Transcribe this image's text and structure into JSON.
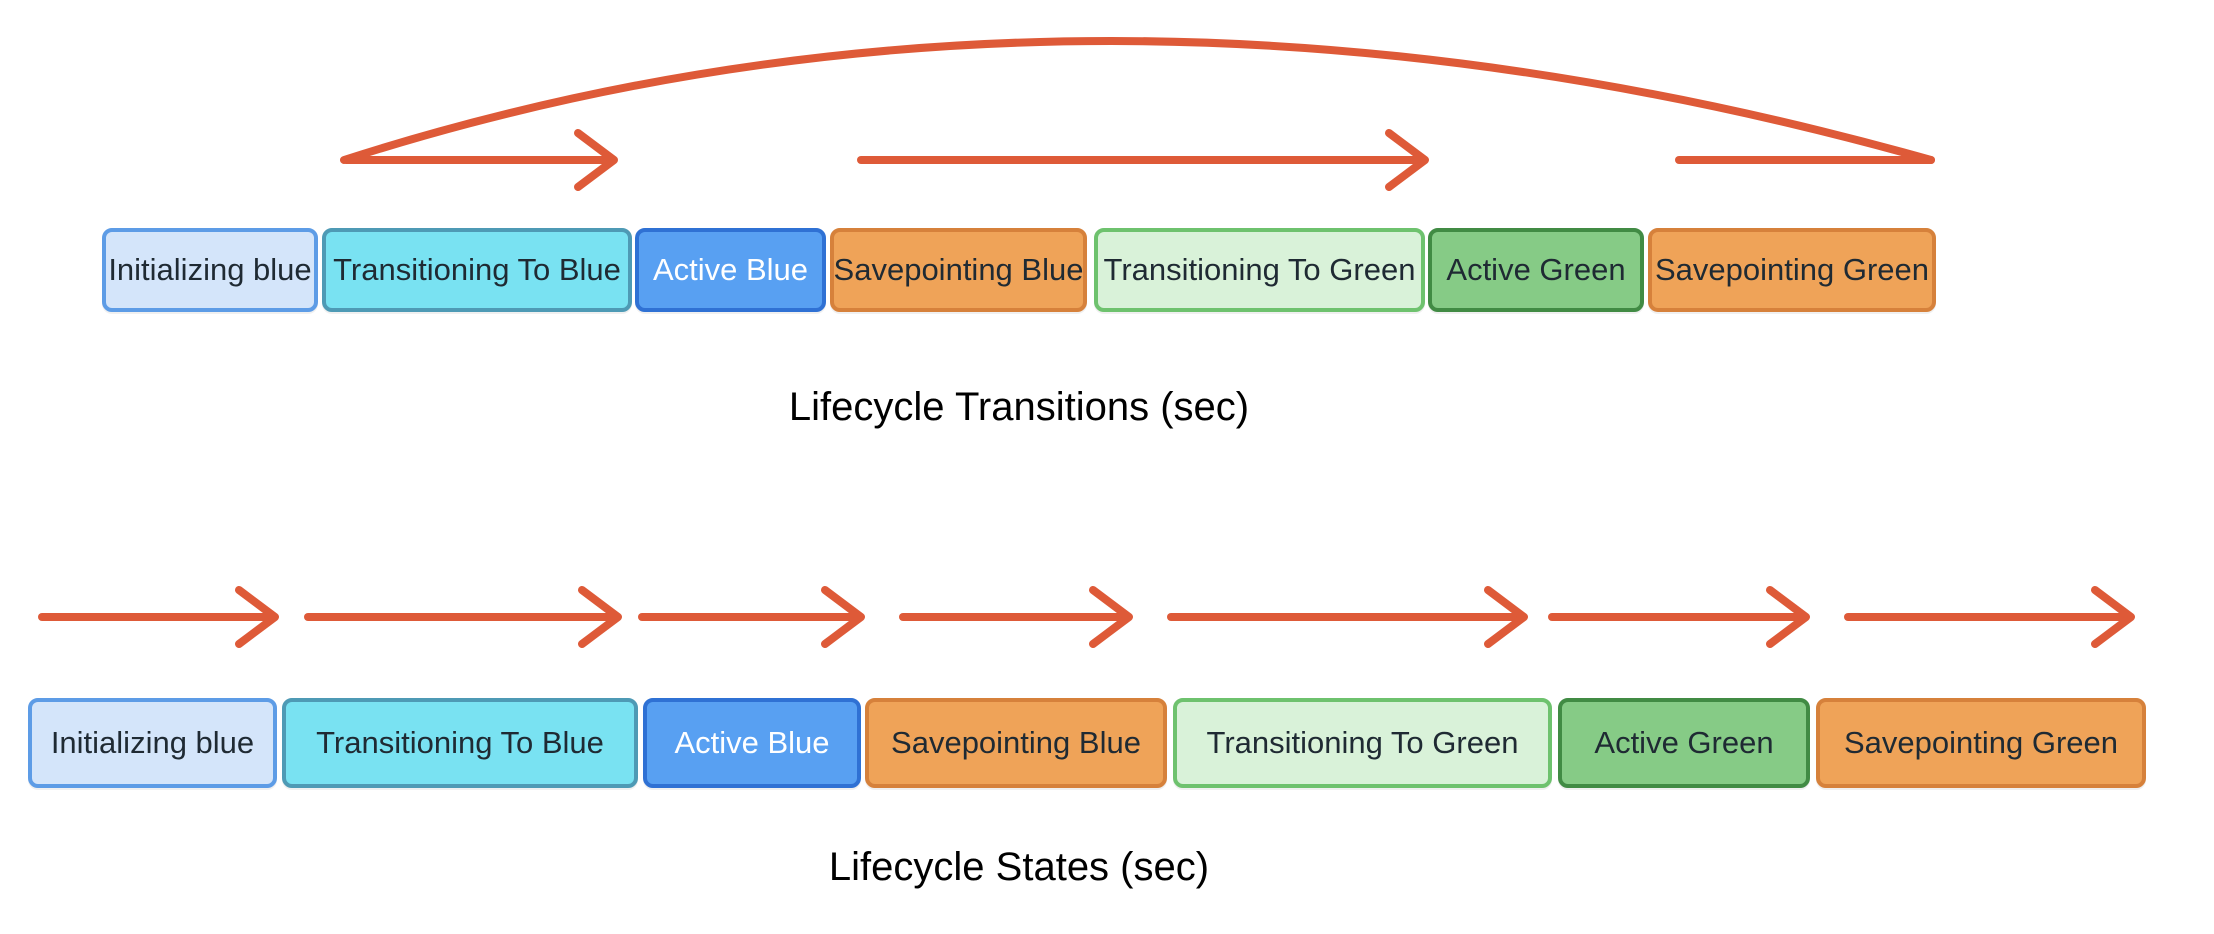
{
  "transitions": {
    "title": "Lifecycle Transitions (sec)",
    "segments": [
      {
        "label": "Initializing blue"
      },
      {
        "label": "Transitioning To Blue"
      },
      {
        "label": "Active Blue"
      },
      {
        "label": "Savepointing Blue"
      },
      {
        "label": "Transitioning To Green"
      },
      {
        "label": "Active Green"
      },
      {
        "label": "Savepointing Green"
      }
    ]
  },
  "states": {
    "title": "Lifecycle States (sec)",
    "segments": [
      {
        "label": "Initializing blue"
      },
      {
        "label": "Transitioning To Blue"
      },
      {
        "label": "Active Blue"
      },
      {
        "label": "Savepointing Blue"
      },
      {
        "label": "Transitioning To Green"
      },
      {
        "label": "Active Green"
      },
      {
        "label": "Savepointing Green"
      }
    ]
  },
  "colors": {
    "arrow": "#DE5A38",
    "initializing_fill": "#D4E5FA",
    "initializing_border": "#5D9CE6",
    "transitioning_blue_fill": "#79E2F2",
    "transitioning_blue_border": "#4E9AB5",
    "active_blue_fill": "#58A0F2",
    "active_blue_border": "#2F71D4",
    "active_blue_text": "#FFFFFF",
    "savepointing_fill": "#EFA358",
    "savepointing_border": "#D6813B",
    "transitioning_green_fill": "#D9F2D9",
    "transitioning_green_border": "#6EC26E",
    "active_green_fill": "#86CB86",
    "active_green_border": "#418B44",
    "label_text": "#1F2A33",
    "title_text": "#000000"
  }
}
